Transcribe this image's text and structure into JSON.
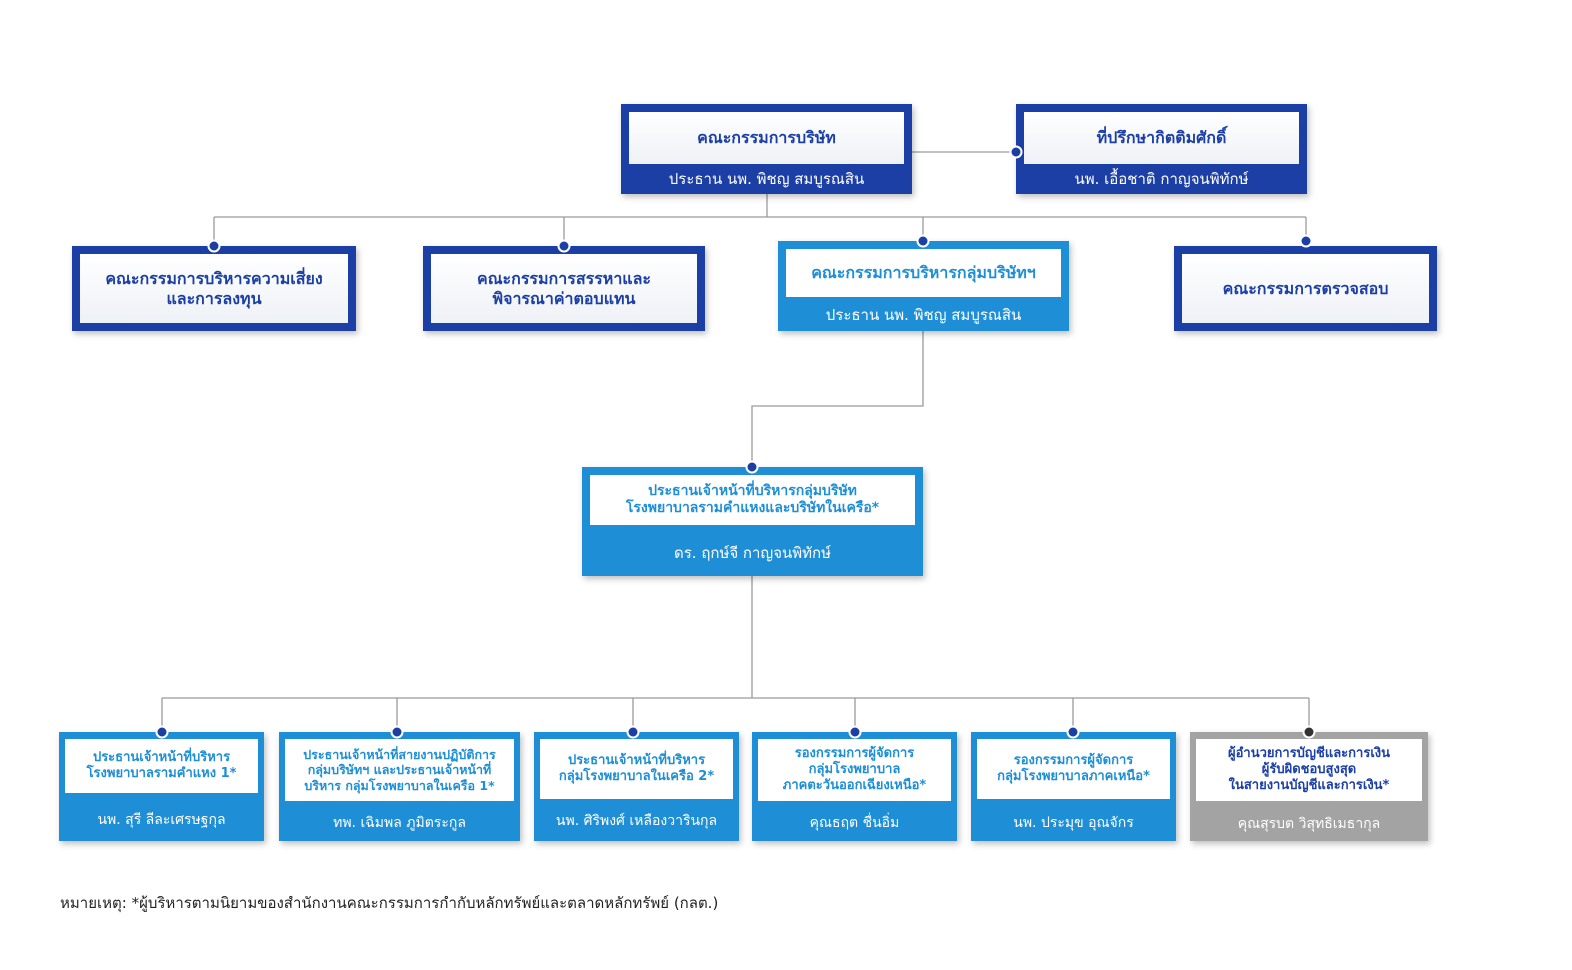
{
  "colors": {
    "navy": "#1c3fa6",
    "light_blue": "#1e8fd6",
    "gray": "#a3a3a3",
    "line": "#9a9a9a"
  },
  "board": {
    "title": "คณะกรรมการบริษัท",
    "subtitle": "ประธาน นพ. พิชญ สมบูรณสิน"
  },
  "advisor": {
    "title": "ที่ปรึกษากิตติมศักดิ์",
    "subtitle": "นพ. เอื้อชาติ กาญจนพิทักษ์"
  },
  "committees": {
    "risk": {
      "title_line1": "คณะกรรมการบริหารความเสี่ยง",
      "title_line2": "และการลงทุน"
    },
    "nomination": {
      "title_line1": "คณะกรรมการสรรหาและ",
      "title_line2": "พิจารณาค่าตอบแทน"
    },
    "executive": {
      "title": "คณะกรรมการบริหารกลุ่มบริษัทฯ",
      "subtitle": "ประธาน นพ. พิชญ สมบูรณสิน"
    },
    "audit": {
      "title": "คณะกรรมการตรวจสอบ"
    }
  },
  "ceo": {
    "title_line1": "ประธานเจ้าหน้าที่บริหารกลุ่มบริษัท",
    "title_line2": "โรงพยาบาลรามคำแหงและบริษัทในเครือ*",
    "subtitle": "ดร. ฤกษ์จี กาญจนพิทักษ์"
  },
  "executives": [
    {
      "lines": [
        "ประธานเจ้าหน้าที่บริหาร",
        "โรงพยาบาลรามคำแหง 1*"
      ],
      "name": "นพ. สุรี ลีละเศรษฐกุล"
    },
    {
      "lines": [
        "ประธานเจ้าหน้าที่สายงานปฏิบัติการ",
        "กลุ่มบริษัทฯ และประธานเจ้าหน้าที่",
        "บริหาร กลุ่มโรงพยาบาลในเครือ 1*"
      ],
      "name": "ทพ. เฉิมพล ภูมิตระกูล"
    },
    {
      "lines": [
        "ประธานเจ้าหน้าที่บริหาร",
        "กลุ่มโรงพยาบาลในเครือ 2*"
      ],
      "name": "นพ. ศิริพงศ์ เหลืองวารินกุล"
    },
    {
      "lines": [
        "รองกรรมการผู้จัดการ",
        "กลุ่มโรงพยาบาล",
        "ภาคตะวันออกเฉียงเหนือ*"
      ],
      "name": "คุณธฤต ชื่นอิ่ม"
    },
    {
      "lines": [
        "รองกรรมการผู้จัดการ",
        "กลุ่มโรงพยาบาลภาคเหนือ*"
      ],
      "name": "นพ. ประมุข อุณจักร"
    },
    {
      "lines": [
        "ผู้อำนวยการบัญชีและการเงิน",
        "ผู้รับผิดชอบสูงสุด",
        "ในสายงานบัญชีและการเงิน*"
      ],
      "name": "คุณสุรบต วิสุทธิเมธากุล"
    }
  ],
  "note": "หมายเหตุ: *ผู้บริหารตามนิยามของสำนักงานคณะกรรมการกำกับหลักทรัพย์และตลาดหลักทรัพย์ (กลต.)"
}
